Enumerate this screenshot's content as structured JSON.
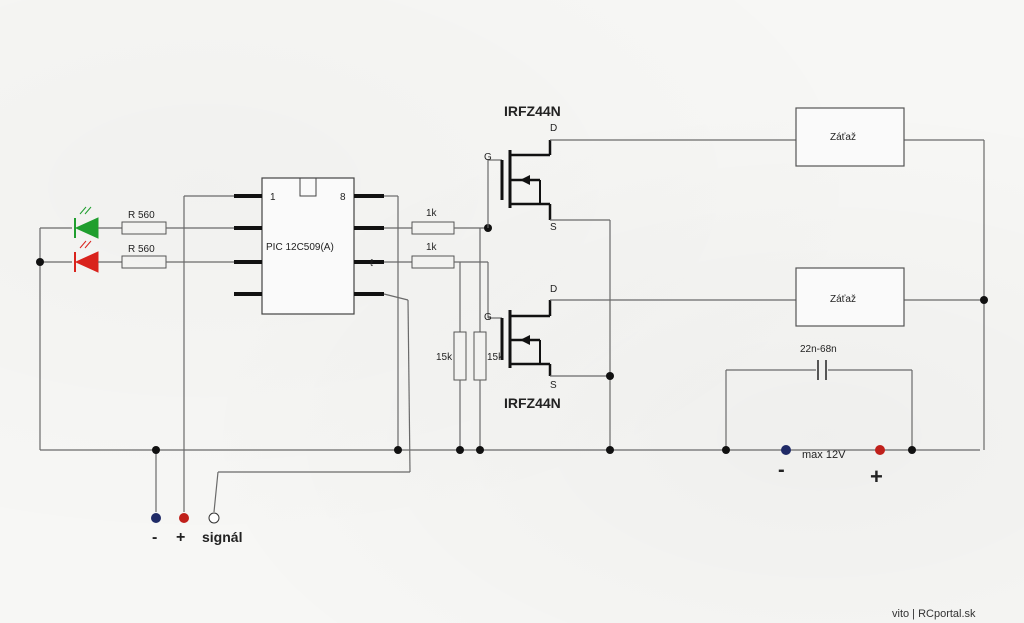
{
  "mosfet_top": {
    "part": "IRFZ44N",
    "gate": "G",
    "drain": "D",
    "source": "S"
  },
  "mosfet_bottom": {
    "part": "IRFZ44N",
    "gate": "G",
    "drain": "D",
    "source": "S"
  },
  "load_top": "Záťaž",
  "load_bottom": "Záťaž",
  "pic": {
    "label": "PIC 12C509(A)",
    "pin1": "1",
    "pin8": "8"
  },
  "resistors": {
    "led_green": "R 560",
    "led_red": "R 560",
    "gate_top": "1k",
    "gate_bottom": "1k",
    "pulldown_1": "15k",
    "pulldown_2": "15k"
  },
  "capacitor": "22n-68n",
  "supply": {
    "label": "max 12V",
    "minus": "-",
    "plus": "+"
  },
  "inputs": {
    "minus": "-",
    "plus": "+",
    "signal": "signál"
  },
  "credit": "vito | RCportal.sk",
  "colors": {
    "led_green": "#1f9e2e",
    "led_red": "#d9231d",
    "term_blue": "#1f2a66",
    "term_red": "#c0201a"
  }
}
